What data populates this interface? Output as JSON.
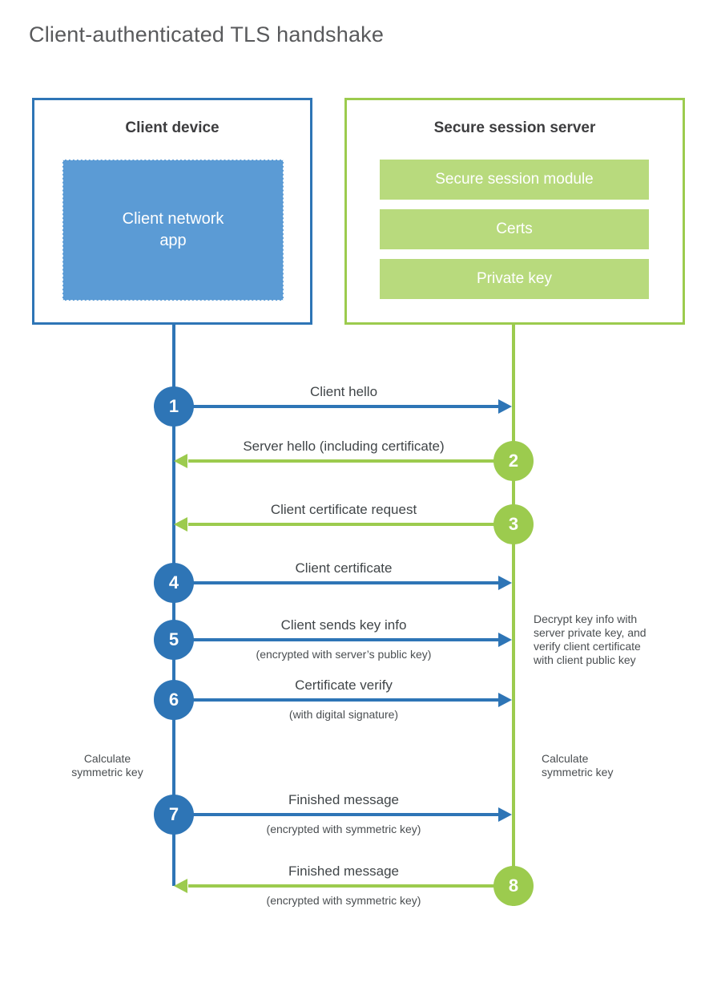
{
  "page": {
    "title": "Client-authenticated TLS handshake"
  },
  "client": {
    "title": "Client device",
    "app_label": "Client network app"
  },
  "server": {
    "title": "Secure session server",
    "modules": [
      "Secure session module",
      "Certs",
      "Private key"
    ]
  },
  "steps": [
    {
      "number": "1",
      "label": "Client hello",
      "sublabel": "",
      "direction": "client-to-server"
    },
    {
      "number": "2",
      "label": "Server hello (including certificate)",
      "sublabel": "",
      "direction": "server-to-client"
    },
    {
      "number": "3",
      "label": "Client certificate request",
      "sublabel": "",
      "direction": "server-to-client"
    },
    {
      "number": "4",
      "label": "Client certificate",
      "sublabel": "",
      "direction": "client-to-server"
    },
    {
      "number": "5",
      "label": "Client sends key info",
      "sublabel": "(encrypted with server’s public key)",
      "direction": "client-to-server"
    },
    {
      "number": "6",
      "label": "Certificate verify",
      "sublabel": "(with digital signature)",
      "direction": "client-to-server"
    },
    {
      "number": "7",
      "label": "Finished message",
      "sublabel": "(encrypted with symmetric key)",
      "direction": "client-to-server"
    },
    {
      "number": "8",
      "label": "Finished message",
      "sublabel": "(encrypted with symmetric key)",
      "direction": "server-to-client"
    }
  ],
  "notes": {
    "decrypt": "Decrypt key info with server private key, and verify client certificate with client public key",
    "calc_left": "Calculate symmetric key",
    "calc_right": "Calculate symmetric key"
  },
  "colors": {
    "blue": "#2e75b6",
    "light_blue": "#5b9bd5",
    "green": "#9ccb4e",
    "light_green": "#b8da7d"
  }
}
